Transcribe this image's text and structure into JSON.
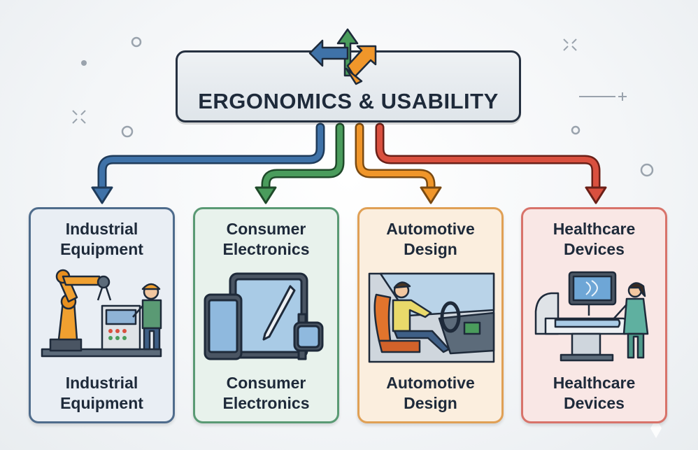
{
  "diagram": {
    "title": "ERGONOMICS & USABILITY",
    "cards": [
      {
        "id": "industrial",
        "heading": [
          "Industrial",
          "Equipment"
        ],
        "footer": [
          "Industrial",
          "Equipment"
        ],
        "icon": "robot-arm-worker-illustration",
        "color": "#3f72a8"
      },
      {
        "id": "consumer",
        "heading": [
          "Consumer",
          "Electronics"
        ],
        "footer": [
          "Consumer",
          "Electronics"
        ],
        "icon": "tablet-phone-watch-illustration",
        "color": "#4a9c5c"
      },
      {
        "id": "automotive",
        "heading": [
          "Automotive",
          "Design"
        ],
        "footer": [
          "Automotive",
          "Design"
        ],
        "icon": "car-driver-illustration",
        "color": "#f0962a"
      },
      {
        "id": "healthcare",
        "heading": [
          "Healthcare",
          "Devices"
        ],
        "footer": [
          "Healthcare",
          "Devices"
        ],
        "icon": "medical-scanner-nurse-illustration",
        "color": "#d9503f"
      }
    ]
  }
}
